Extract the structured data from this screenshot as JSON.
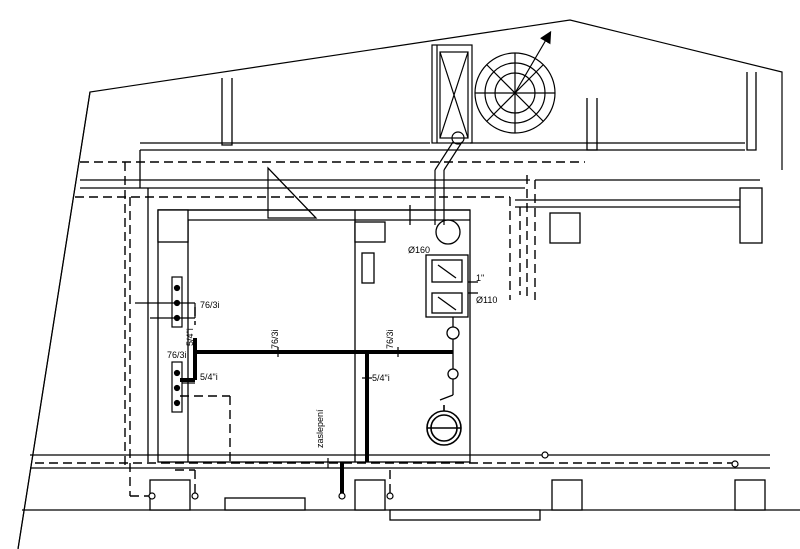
{
  "labels": {
    "flue_160": "Ø160",
    "flue_110": "Ø110",
    "inch_1": "1\"",
    "pipe_76_3_top": "76/3i",
    "pipe_76_3_left": "76/3i",
    "pipe_76_3_mid": "76/3i",
    "pipe_76_3_right": "76/3i",
    "pipe_54_vertical": "5/4\"i",
    "pipe_54_left": "5/4\"i",
    "pipe_54_mid": "5/4\"i",
    "sealing": "zaslepení"
  },
  "colors": {
    "line": "#000000",
    "pipe": "#000000",
    "background": "#ffffff"
  },
  "icons": [
    "fan-icon",
    "boiler-icon",
    "expansion-vessel-icon",
    "pump-icon",
    "chimney-icon"
  ]
}
